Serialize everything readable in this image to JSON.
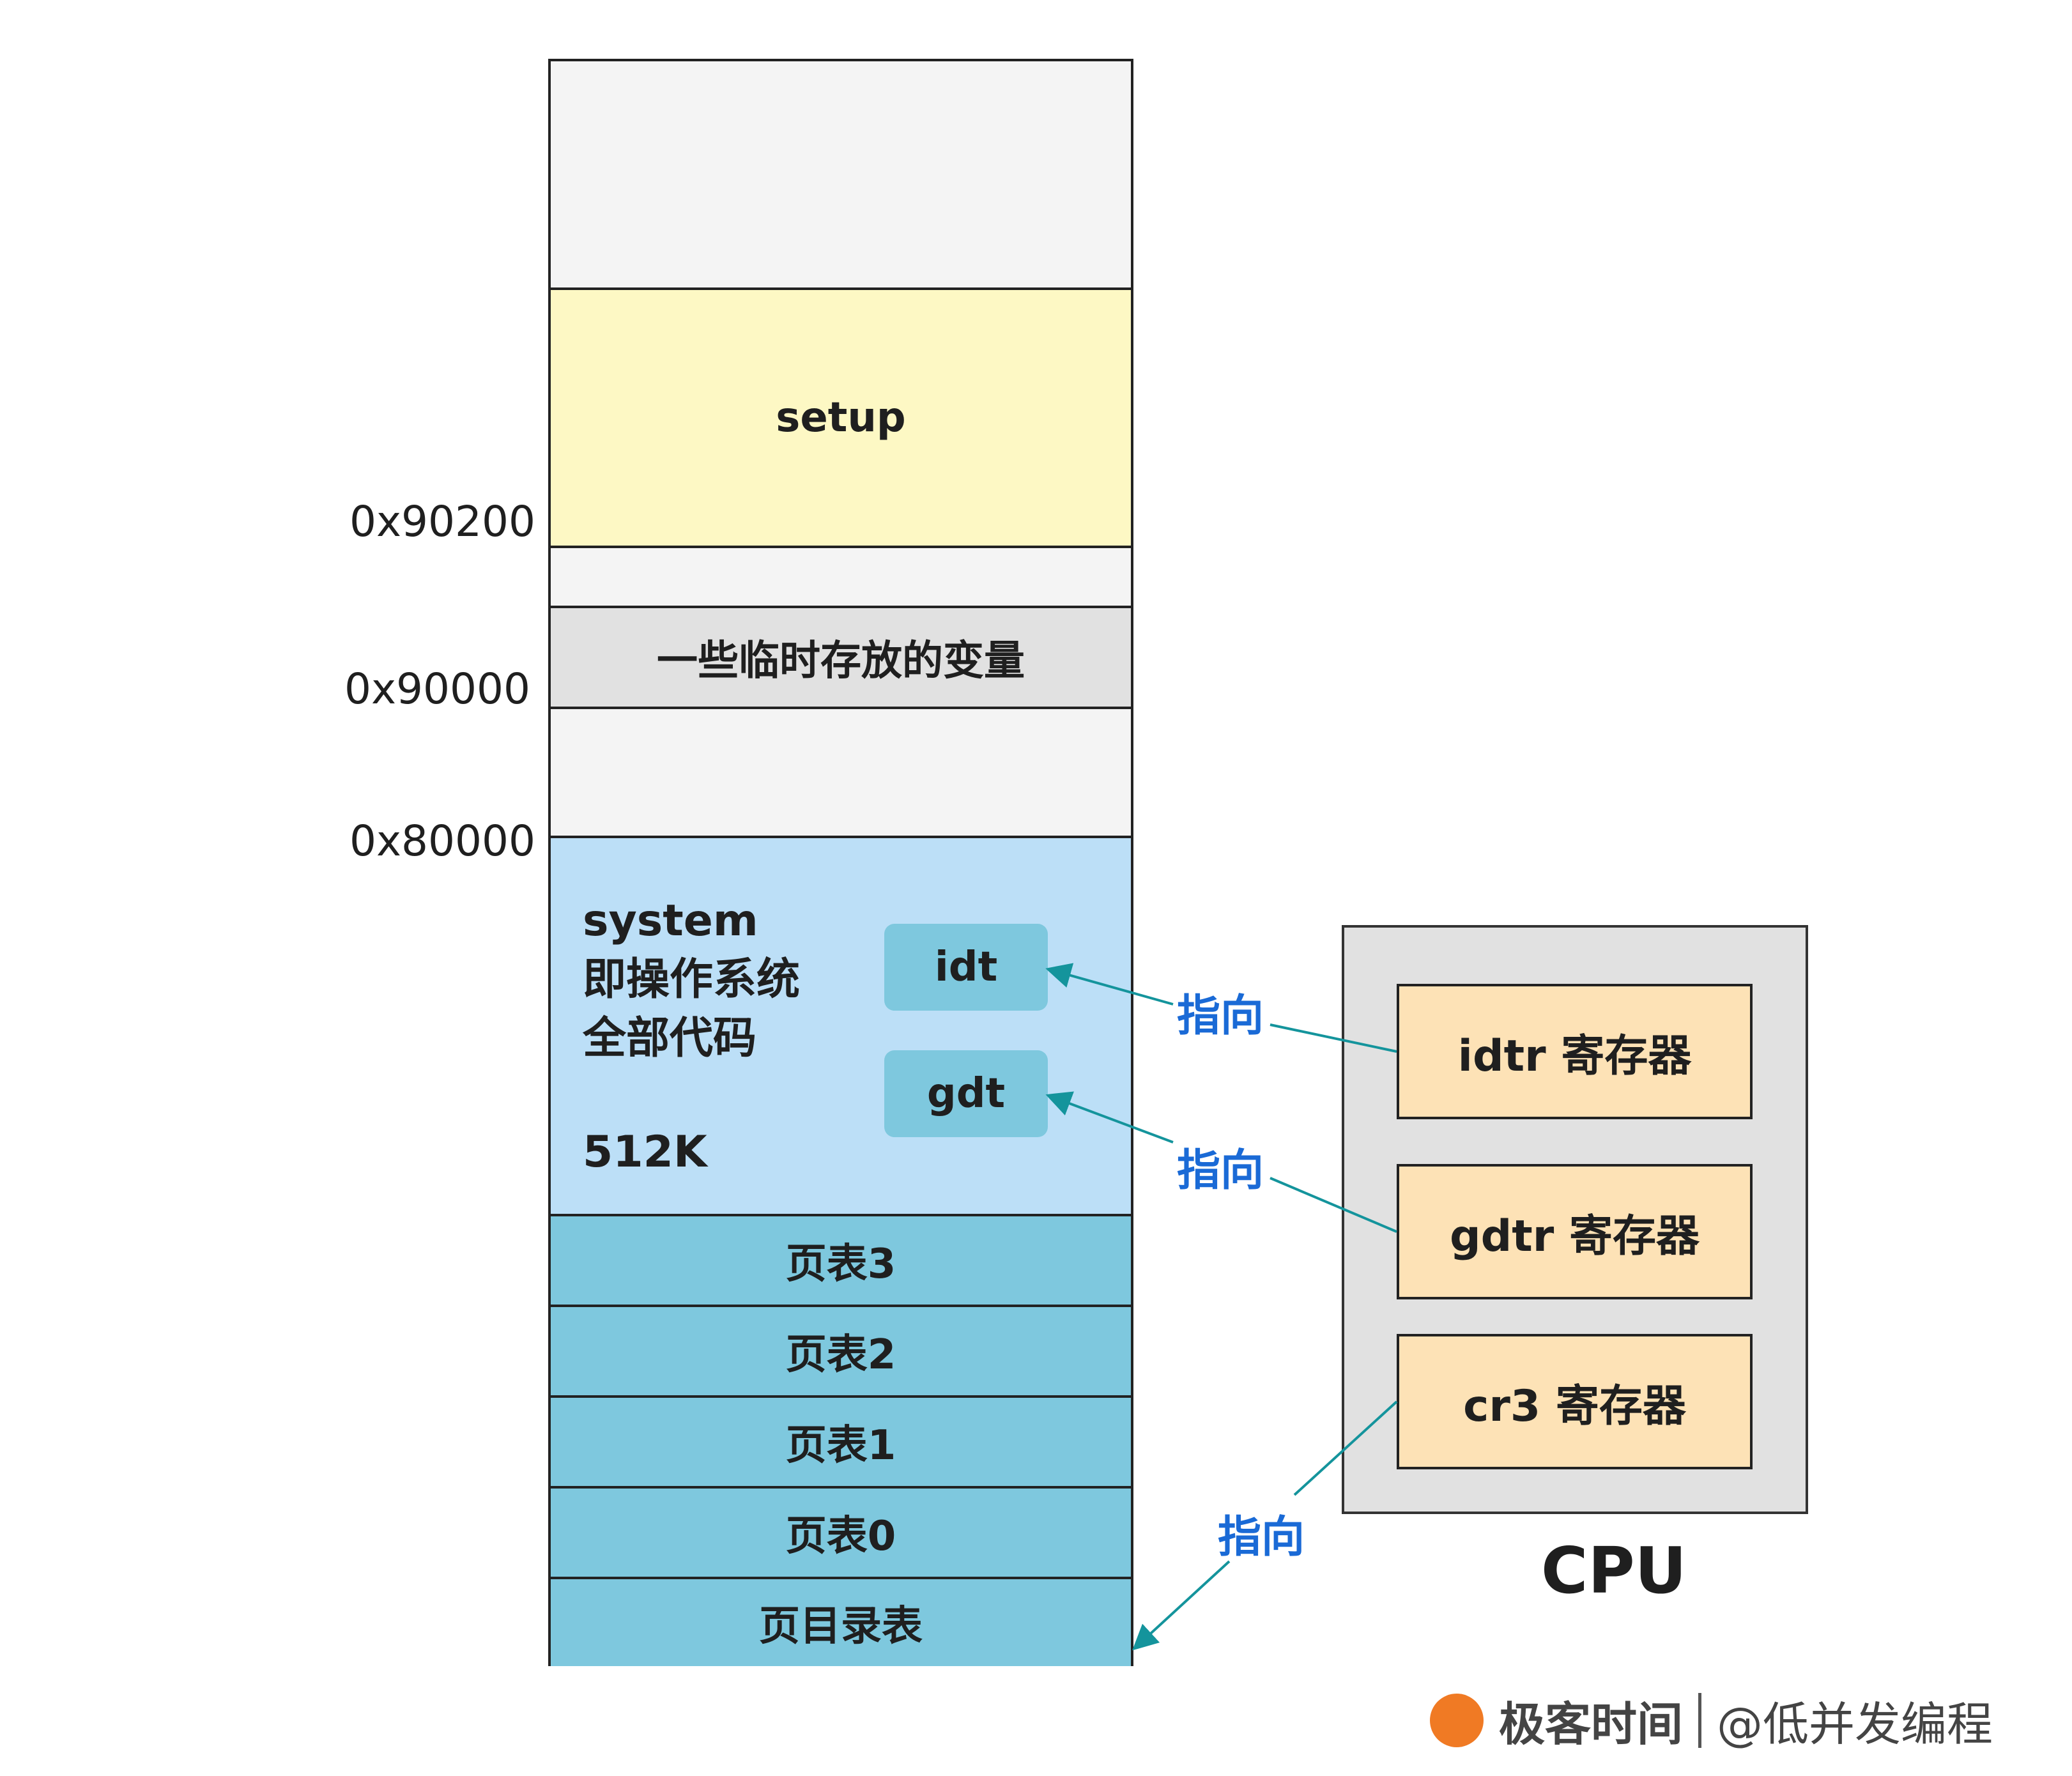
{
  "memory": {
    "setup_label": "setup",
    "temp_label": "一些临时存放的变量",
    "system_text": [
      "system",
      "即操作系统",
      "全部代码"
    ],
    "system_size": "512K",
    "idt_label": "idt",
    "gdt_label": "gdt",
    "page_tables": [
      "页表3",
      "页表2",
      "页表1",
      "页表0",
      "页目录表"
    ]
  },
  "addresses": {
    "a1": "0x90200",
    "a2": "0x90000",
    "a3": "0x80000"
  },
  "cpu": {
    "label": "CPU",
    "registers": [
      "idtr 寄存器",
      "gdtr 寄存器",
      "cr3 寄存器"
    ]
  },
  "arrows": {
    "label": "指向"
  },
  "watermark": {
    "brand": "极客时间",
    "author": "@低并发编程"
  },
  "colors": {
    "setup": "#fdf8c4",
    "temp": "#e1e1e1",
    "system": "#bcdff7",
    "page_table": "#7ec8de",
    "register": "#fde2b6",
    "arrow": "#14949c",
    "arrow_label": "#1a6ad6"
  }
}
